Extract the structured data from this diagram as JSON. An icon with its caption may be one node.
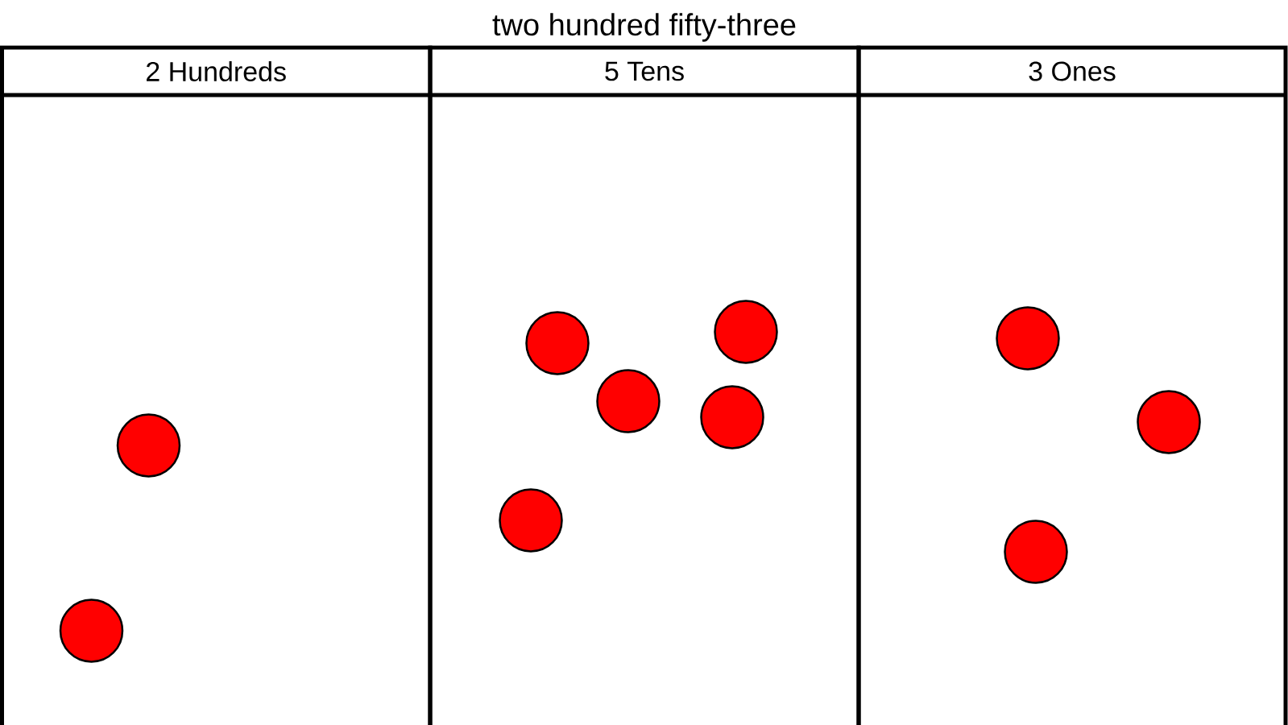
{
  "diagram": {
    "title": "two hundred fifty-three",
    "nodes": [
      {
        "text": [
          "2 Hundreds"
        ]
      },
      {
        "text": [
          "5 Tens"
        ]
      },
      {
        "text": [
          "3 Ones"
        ]
      },
      {
        "text": [],
        "shape": "circle",
        "in": 0
      },
      {
        "text": [],
        "shape": "circle",
        "in": 0
      },
      {
        "text": [],
        "shape": "circle",
        "in": 1
      },
      {
        "text": [],
        "shape": "circle",
        "in": 1
      },
      {
        "text": [],
        "shape": "circle",
        "in": 1
      },
      {
        "text": [],
        "shape": "circle",
        "in": 1
      },
      {
        "text": [],
        "shape": "circle",
        "in": 1
      },
      {
        "text": [],
        "shape": "circle",
        "in": 2
      },
      {
        "text": [],
        "shape": "circle",
        "in": 2
      },
      {
        "text": [],
        "shape": "circle",
        "in": 2
      }
    ]
  }
}
